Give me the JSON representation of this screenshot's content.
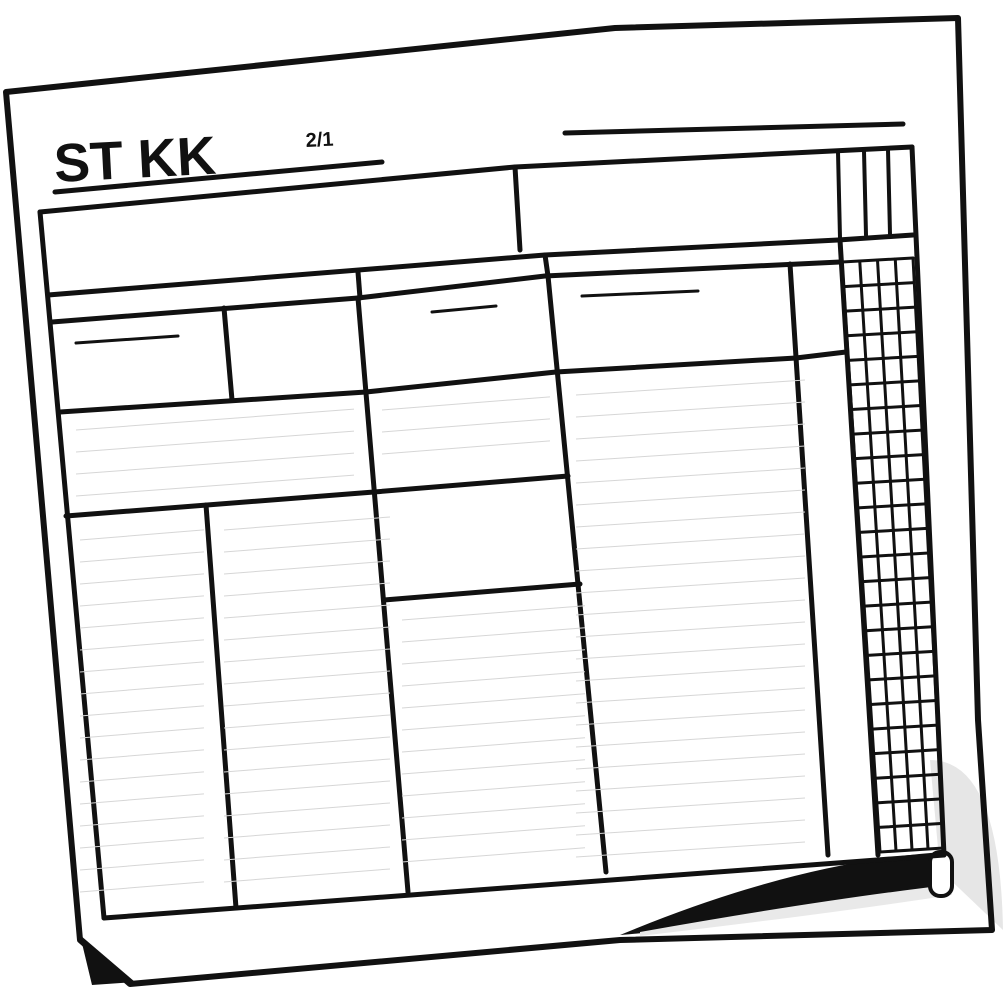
{
  "document": {
    "title": "ST KK",
    "page_number": "2/1"
  },
  "grid": {
    "rows": 24,
    "columns": 4
  },
  "colors": {
    "ink": "#111111",
    "paper": "#ffffff",
    "ruling": "#d6d6d6",
    "shadow": "#e6e6e6"
  }
}
